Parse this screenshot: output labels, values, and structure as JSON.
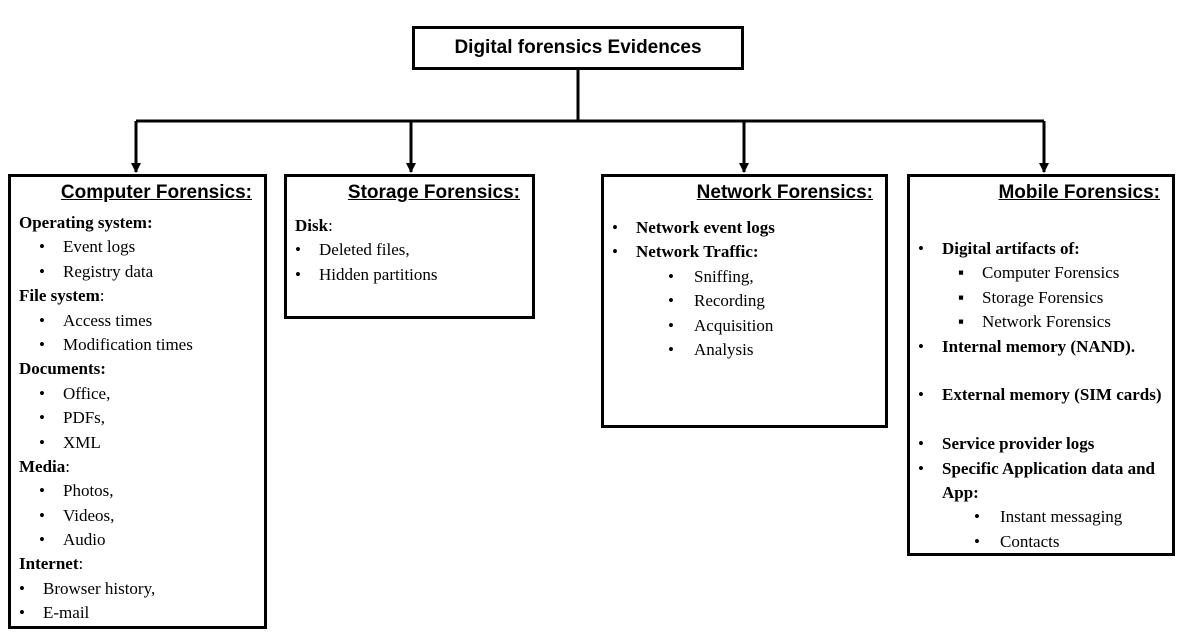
{
  "root": {
    "title": "Digital forensics Evidences"
  },
  "computer": {
    "title": "Computer Forensics:",
    "lines": [
      {
        "kind": "head",
        "text": "Operating system:",
        "bold": true
      },
      {
        "kind": "bullet",
        "text": "Event logs"
      },
      {
        "kind": "bullet",
        "text": "Registry data"
      },
      {
        "kind": "head",
        "text": "File system",
        "suffix": ":",
        "bold": true
      },
      {
        "kind": "bullet",
        "text": "Access times"
      },
      {
        "kind": "bullet",
        "text": "Modification times"
      },
      {
        "kind": "head",
        "text": "Documents:",
        "bold": true
      },
      {
        "kind": "bullet",
        "text": "Office,"
      },
      {
        "kind": "bullet",
        "text": "PDFs,"
      },
      {
        "kind": "bullet",
        "text": "XML"
      },
      {
        "kind": "head",
        "text": "Media",
        "suffix": ":",
        "bold": true
      },
      {
        "kind": "bullet",
        "text": "Photos,"
      },
      {
        "kind": "bullet",
        "text": "Videos,"
      },
      {
        "kind": "bullet",
        "text": "Audio"
      },
      {
        "kind": "head",
        "text": "Internet",
        "suffix": ":",
        "bold": true
      },
      {
        "kind": "flatbullet",
        "text": "Browser history,"
      },
      {
        "kind": "flatbullet",
        "text": "E-mail"
      }
    ]
  },
  "storage": {
    "title": "Storage Forensics:",
    "lines": [
      {
        "kind": "head",
        "text": "Disk",
        "suffix": ":",
        "bold": true
      },
      {
        "kind": "flatbullet",
        "text": "Deleted files,"
      },
      {
        "kind": "flatbullet",
        "text": "Hidden partitions"
      }
    ]
  },
  "network": {
    "title": "Network Forensics:",
    "lines": [
      {
        "kind": "flatbullet",
        "text": "Network event logs",
        "bold": true
      },
      {
        "kind": "flatbullet",
        "text": "Network Traffic:",
        "bold": true
      },
      {
        "kind": "subbullet",
        "text": "Sniffing,"
      },
      {
        "kind": "subbullet",
        "text": "Recording"
      },
      {
        "kind": "subbullet",
        "text": "Acquisition"
      },
      {
        "kind": "subbullet",
        "text": "Analysis"
      }
    ]
  },
  "mobile": {
    "title": "Mobile Forensics:",
    "lines": [
      {
        "kind": "flatbullet",
        "text": "Digital artifacts of:",
        "bold": true
      },
      {
        "kind": "square",
        "text": "Computer Forensics"
      },
      {
        "kind": "square",
        "text": "Storage Forensics"
      },
      {
        "kind": "square",
        "text": "Network Forensics"
      },
      {
        "kind": "flatbullet",
        "text": "Internal memory (NAND).",
        "bold": true,
        "lines": 2
      },
      {
        "kind": "flatbullet",
        "text": "External memory (SIM cards)",
        "bold": true,
        "lines": 2
      },
      {
        "kind": "flatbullet",
        "text": "Service provider logs",
        "bold": true
      },
      {
        "kind": "flatbullet",
        "text": "Specific Application data and App:",
        "bold": true,
        "lines": 2
      },
      {
        "kind": "subbullet",
        "text": "Instant messaging"
      },
      {
        "kind": "subbullet",
        "text": "Contacts"
      }
    ]
  },
  "glyphs": {
    "bullet": "•",
    "square": "▪"
  }
}
